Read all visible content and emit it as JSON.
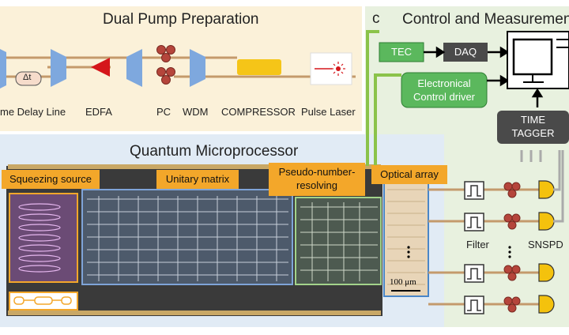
{
  "pump": {
    "title": "Dual Pump Preparation",
    "delay_symbol": "Δt",
    "labels": {
      "delay_line": "me Delay Line",
      "edfa": "EDFA",
      "pc": "PC",
      "wdm": "WDM",
      "compressor": "COMPRESSOR",
      "pulse_laser": "Pulse Laser"
    }
  },
  "control": {
    "panel_letter": "c",
    "title": "Control and Measuremen",
    "tec": "TEC",
    "daq": "DAQ",
    "driver_line1": "Electronical",
    "driver_line2": "Control driver",
    "tagger_line1": "TIME",
    "tagger_line2": "TAGGER",
    "filter": "Filter",
    "snspd": "SNSPD"
  },
  "chip": {
    "title": "Quantum Microprocessor",
    "squeezing": "Squeezing source",
    "unitary": "Unitary matrix",
    "pnr_line1": "Pseudo-number-",
    "pnr_line2": "resolving",
    "optical_array": "Optical array",
    "scale_bar": "100 μm"
  },
  "colors": {
    "pump_bg": "#fbf1d9",
    "control_bg": "#e8f1df",
    "chip_panel_bg": "#e1ebf5",
    "label_orange": "#f3a72a",
    "fiber": "#c49a6c",
    "wire_green": "#8bc34a",
    "green_box": "#5bb85d",
    "dark_box": "#4a4a4a",
    "edfa_red": "#d5161b",
    "lens_blue": "#7ea8de",
    "compressor": "#f5c518",
    "detector_yellow": "#f4c20d"
  }
}
